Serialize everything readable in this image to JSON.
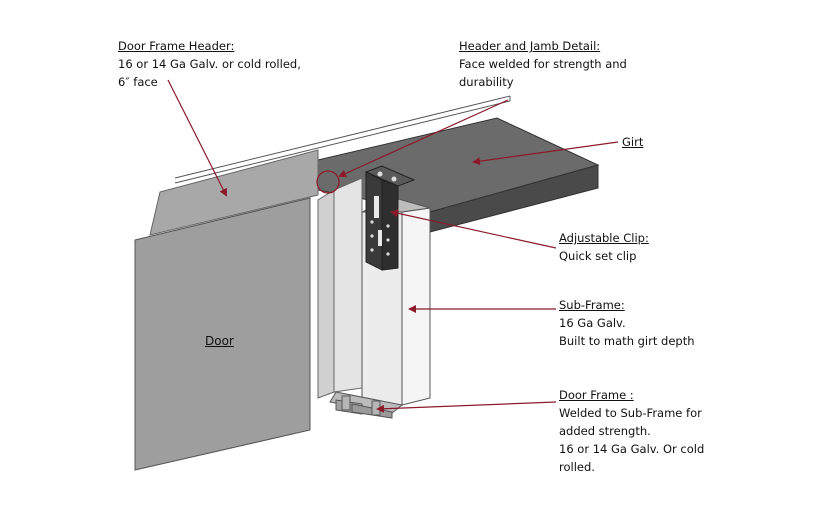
{
  "callouts": {
    "door_frame_header": {
      "title": "Door Frame Header:",
      "lines": [
        "16 or 14 Ga Galv. or cold rolled,",
        "6″ face"
      ]
    },
    "header_jamb_detail": {
      "title": "Header and Jamb Detail:",
      "lines": [
        "Face welded for strength and",
        "durability"
      ]
    },
    "girt": {
      "title": "Girt"
    },
    "adjustable_clip": {
      "title": "Adjustable Clip:",
      "lines": [
        "Quick set clip"
      ]
    },
    "sub_frame": {
      "title": "Sub-Frame:",
      "lines": [
        "16 Ga Galv.",
        "Built to math girt depth"
      ]
    },
    "door_frame": {
      "title": "Door Frame :",
      "lines": [
        "Welded to Sub-Frame for",
        "added strength.",
        "16 or 14 Ga Galv. Or cold",
        "rolled."
      ]
    }
  },
  "door_label": "Door",
  "colors": {
    "arrow": "#8b1a2b",
    "girt_top": "#6b6b6b",
    "girt_front": "#4a4a4a",
    "door_fill": "#9e9e9e",
    "frame_light": "#e8e8e8",
    "frame_mid": "#c8c8c8",
    "clip": "#3a3a3a"
  }
}
